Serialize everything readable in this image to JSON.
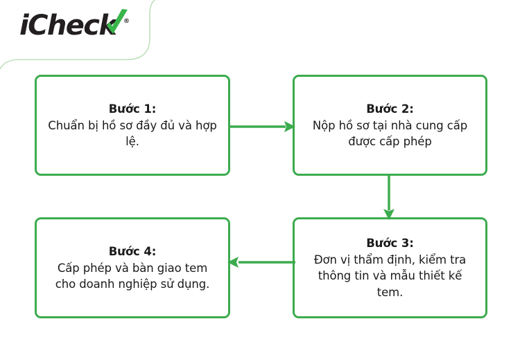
{
  "page": {
    "background_color": "#ffffff",
    "accent_color": "#3cab4e",
    "text_color": "#1a1a1a",
    "decor_color": "#b9deb6"
  },
  "logo": {
    "wordmark": "iCheck",
    "registered_mark": "®",
    "icon_name": "check-mark",
    "check_color": "#39b54a",
    "word_color": "#231f20"
  },
  "flow": {
    "type": "process-flowchart",
    "steps": [
      {
        "id": "box-1",
        "title": "Bước 1:",
        "body": "Chuẩn bị hồ sơ đầy đủ và hợp lệ."
      },
      {
        "id": "box-2",
        "title": "Bước 2:",
        "body": "Nộp hồ sơ tại nhà cung cấp được cấp phép"
      },
      {
        "id": "box-3",
        "title": "Bước 3:",
        "body": "Đơn vị thẩm định, kiểm tra thông tin và mẫu thiết kế tem."
      },
      {
        "id": "box-4",
        "title": "Bước 4:",
        "body": "Cấp phép và bàn giao tem cho doanh nghiệp sử dụng."
      }
    ],
    "connectors": [
      {
        "id": "arrow-1-2",
        "from": "box-1",
        "to": "box-2",
        "direction": "right"
      },
      {
        "id": "arrow-2-3",
        "from": "box-2",
        "to": "box-3",
        "direction": "down"
      },
      {
        "id": "arrow-3-4",
        "from": "box-3",
        "to": "box-4",
        "direction": "left"
      }
    ]
  }
}
